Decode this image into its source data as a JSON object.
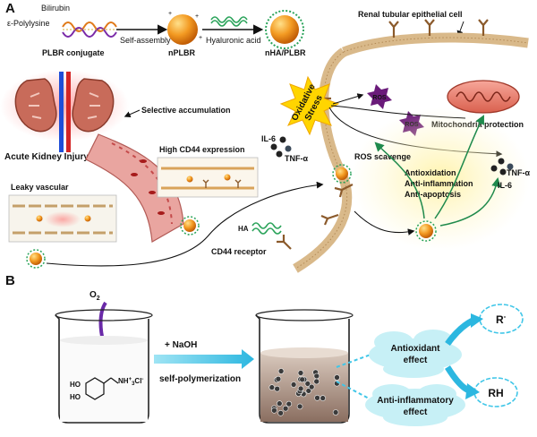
{
  "panel_a": {
    "label": "A",
    "bilirubin": "Bilirubin",
    "polylysine": "ε-Polylysine",
    "conjugate": "PLBR conjugate",
    "self_assembly": "Self-assembly",
    "nplbr": "nPLBR",
    "hyaluronic_acid": "Hyaluronic acid",
    "nha_plbr": "nHA/PLBR",
    "renal_cell": "Renal tubular epithelial cell",
    "selective_accumulation": "Selective accumulation",
    "aki": "Acute Kidney Injury",
    "high_cd44": "High CD44 expression",
    "leaky": "Leaky vascular",
    "oxidative_stress": [
      "Oxidative",
      "Stress"
    ],
    "il6": "IL-6",
    "tnfa": "TNF-α",
    "ros": "ROS",
    "mito": "Mitochondria protection",
    "ros_scavenge": "ROS scavenge",
    "effects": [
      "Antioxidation",
      "Anti-inflammation",
      "Anti-apoptosis"
    ],
    "ha": "HA",
    "cd44_receptor": "CD44 receptor",
    "tnfa_right": "TNF-α",
    "il6_right": "IL-6"
  },
  "panel_b": {
    "label": "B",
    "o2": "O",
    "o2_sub": "2",
    "naoh": "+ NaOH",
    "self_poly": "self-polymerization",
    "ho1": "HO",
    "ho2": "HO",
    "amine": "NH",
    "amine_sup": "+",
    "amine_sub": "3",
    "cl": "Cl",
    "cl_sup": "-",
    "antioxidant": [
      "Antioxidant",
      "effect"
    ],
    "anti_inflam": [
      "Anti-inflammatory",
      "effect"
    ],
    "r_minus": "R",
    "r_minus_sup": "-",
    "rh": "RH"
  },
  "colors": {
    "orange": "#f08a1c",
    "teal": "#2a8f6a",
    "red": "#d11818",
    "blue": "#1a3fd6",
    "cyan": "#3fc6e8",
    "cloud": "#c7f0f6",
    "membrane": "#d9b98a"
  }
}
